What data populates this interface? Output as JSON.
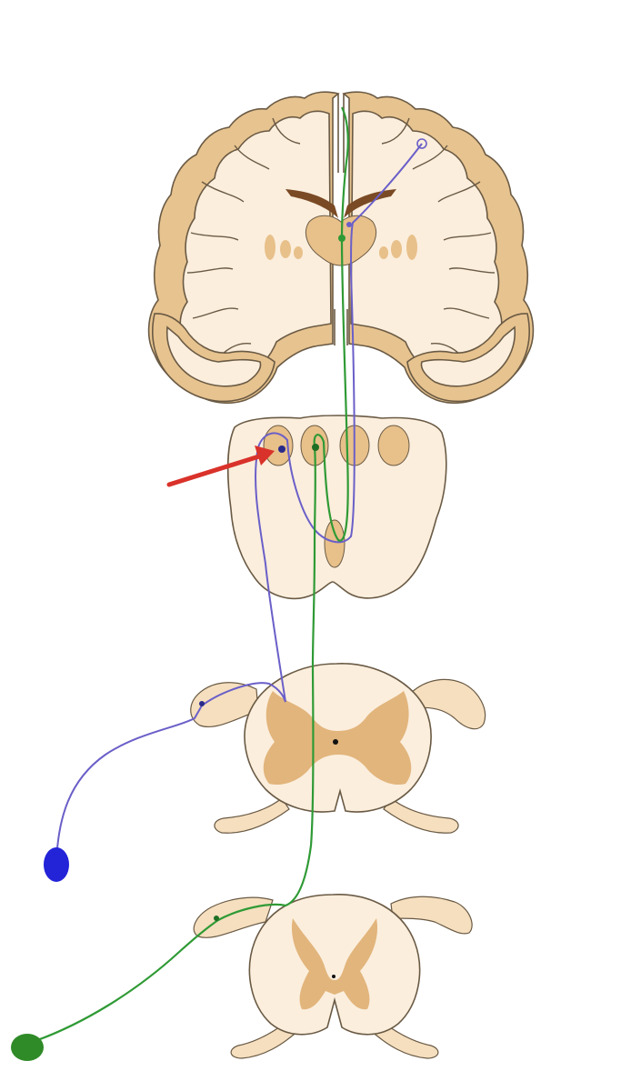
{
  "diagram": {
    "structures": [
      "brain-coronal-section",
      "medulla-section",
      "cervical-spinal-cord-section",
      "lumbar-spinal-cord-section"
    ],
    "pathways": [
      {
        "color": "#6a5fc8",
        "terminal": "blue-receptor"
      },
      {
        "color": "#2f9a35",
        "terminal": "green-receptor"
      }
    ],
    "marker": {
      "type": "arrow",
      "color": "#d9322a"
    }
  }
}
